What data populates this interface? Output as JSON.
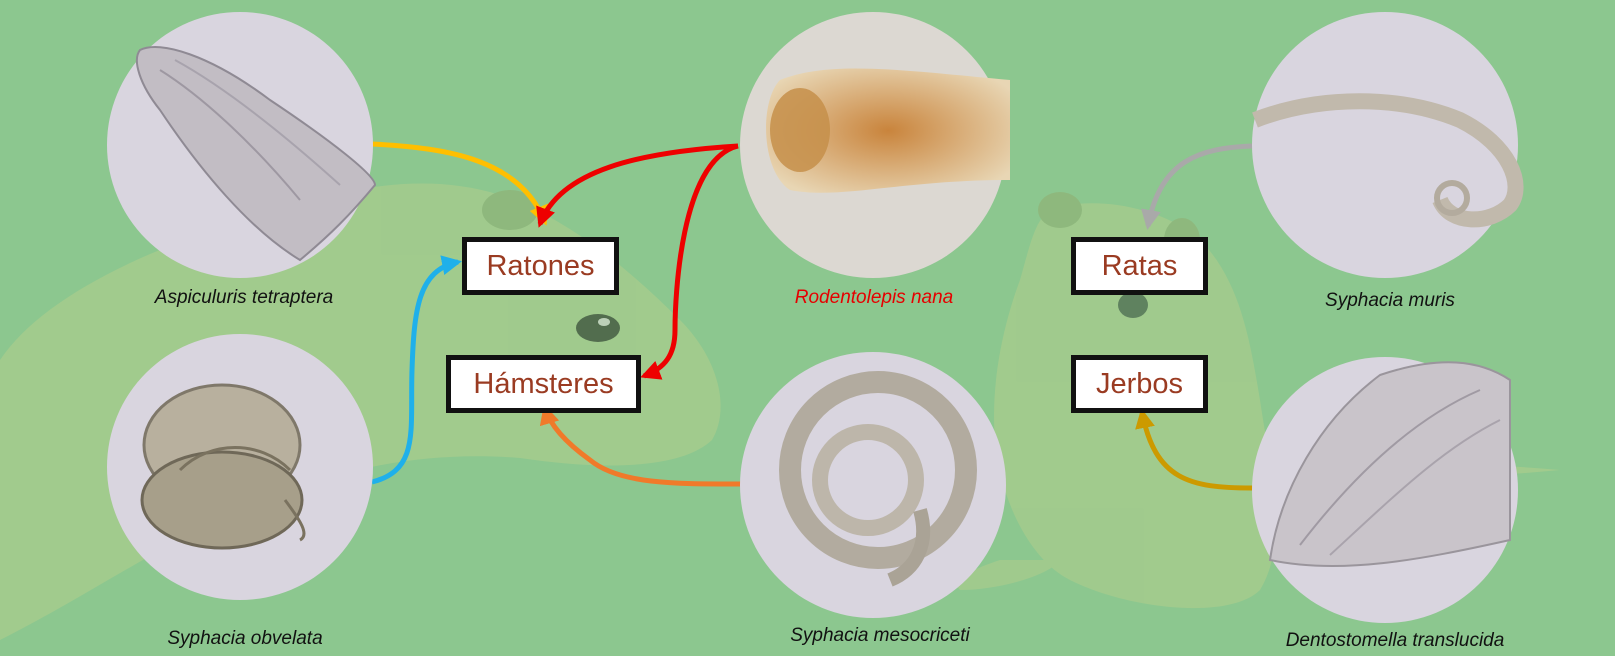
{
  "colors": {
    "background": "#8cc78f",
    "animal_tint": "#a9cf92",
    "micrograph_bg": "#d6d2de",
    "host_label_text": "#9a3b22",
    "arrow_yellow": "#ffbf00",
    "arrow_red": "#ee0000",
    "arrow_blue": "#1fb0ea",
    "arrow_orange": "#f07a2a",
    "arrow_gray": "#a9a9a9",
    "arrow_gold": "#cc9a00"
  },
  "hosts": {
    "mice": "Ratones",
    "hamsters": "Hámsteres",
    "rats": "Ratas",
    "gerbils": "Jerbos"
  },
  "parasites": {
    "aspiculuris": "Aspiculuris tetraptera",
    "obvelata": "Syphacia obvelata",
    "rodentolepis": "Rodentolepis nana",
    "mesocriceti": "Syphacia mesocriceti",
    "muris": "Syphacia muris",
    "dentostomella": "Dentostomella translucida"
  },
  "links": [
    {
      "from": "Aspiculuris tetraptera",
      "to": "Ratones",
      "color": "yellow"
    },
    {
      "from": "Rodentolepis nana",
      "to": "Ratones",
      "color": "red"
    },
    {
      "from": "Rodentolepis nana",
      "to": "Hámsteres",
      "color": "red"
    },
    {
      "from": "Syphacia obvelata",
      "to": "Ratones",
      "color": "blue"
    },
    {
      "from": "Syphacia mesocriceti",
      "to": "Hámsteres",
      "color": "orange"
    },
    {
      "from": "Syphacia muris",
      "to": "Ratas",
      "color": "gray"
    },
    {
      "from": "Dentostomella translucida",
      "to": "Jerbos",
      "color": "gold"
    }
  ]
}
